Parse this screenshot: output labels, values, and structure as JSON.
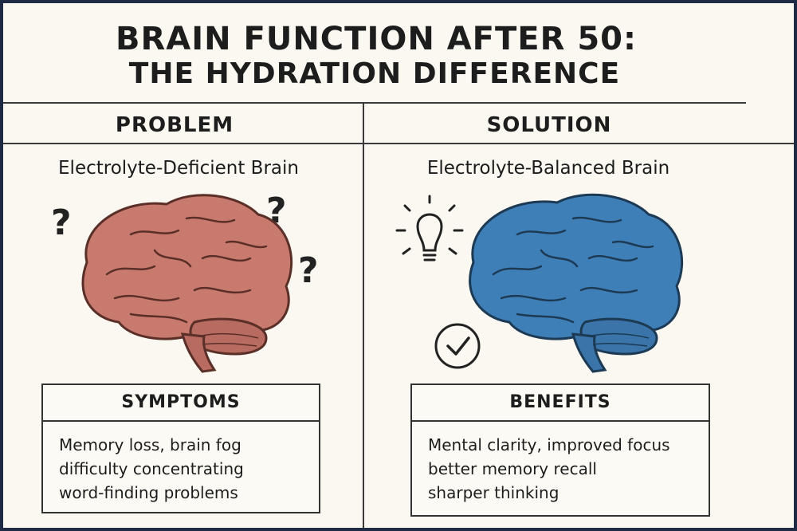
{
  "title": {
    "line1": "BRAIN FUNCTION AFTER 50:",
    "line2": "THE HYDRATION DIFFERENCE"
  },
  "problem": {
    "heading": "PROBLEM",
    "subtitle": "Electrolyte-Deficient Brain",
    "brain_color": "#c97a6e",
    "box_title": "SYMPTOMS",
    "items": [
      "Memory loss, brain fog",
      "difficulty concentrating",
      "word-finding problems"
    ],
    "icons": [
      "question-mark-icon",
      "question-mark-icon",
      "question-mark-icon"
    ]
  },
  "solution": {
    "heading": "SOLUTION",
    "subtitle": "Electrolyte-Balanced Brain",
    "brain_color": "#3f7fb8",
    "box_title": "BENEFITS",
    "items": [
      "Mental clarity, improved focus",
      "better memory recall",
      "sharper thinking"
    ],
    "icons": [
      "lightbulb-icon",
      "checkmark-circle-icon"
    ]
  }
}
